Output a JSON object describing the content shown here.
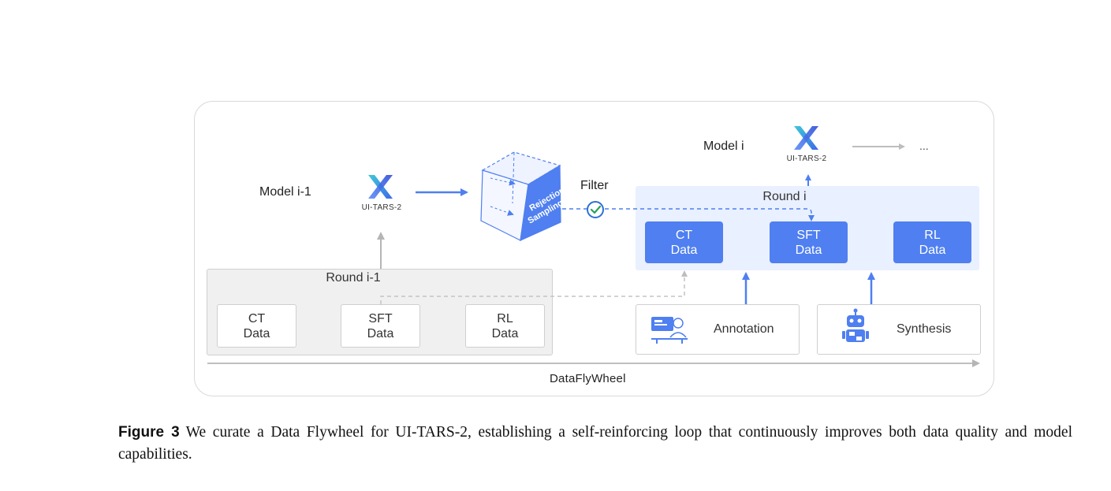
{
  "diagram": {
    "model_prev_label": "Model i-1",
    "model_cur_label": "Model i",
    "logo_caption": "UI-TARS-2",
    "rejection_sampling": "Rejection Sampling",
    "filter_label": "Filter",
    "ellipsis": "...",
    "prev_round": {
      "title": "Round i-1",
      "boxes": [
        {
          "line1": "CT",
          "line2": "Data"
        },
        {
          "line1": "SFT",
          "line2": "Data"
        },
        {
          "line1": "RL",
          "line2": "Data"
        }
      ]
    },
    "cur_round": {
      "title": "Round i",
      "boxes": [
        {
          "line1": "CT",
          "line2": "Data"
        },
        {
          "line1": "SFT",
          "line2": "Data"
        },
        {
          "line1": "RL",
          "line2": "Data"
        }
      ]
    },
    "annotation_label": "Annotation",
    "synthesis_label": "Synthesis",
    "flywheel_label": "DataFlyWheel",
    "colors": {
      "accent_blue": "#4f7ff0",
      "light_blue_bg": "#e9f0ff",
      "gray_bg": "#f0f0f0",
      "check_green": "#27a35a"
    },
    "icons": [
      "ui-tars-logo-icon",
      "rejection-sampling-cube-icon",
      "filter-check-icon",
      "annotation-person-icon",
      "synthesis-robot-icon"
    ]
  },
  "caption": {
    "figure_label": "Figure 3",
    "text": "We curate a Data Flywheel for UI-TARS-2, establishing a self-reinforcing loop that continuously improves both data quality and model capabilities."
  }
}
